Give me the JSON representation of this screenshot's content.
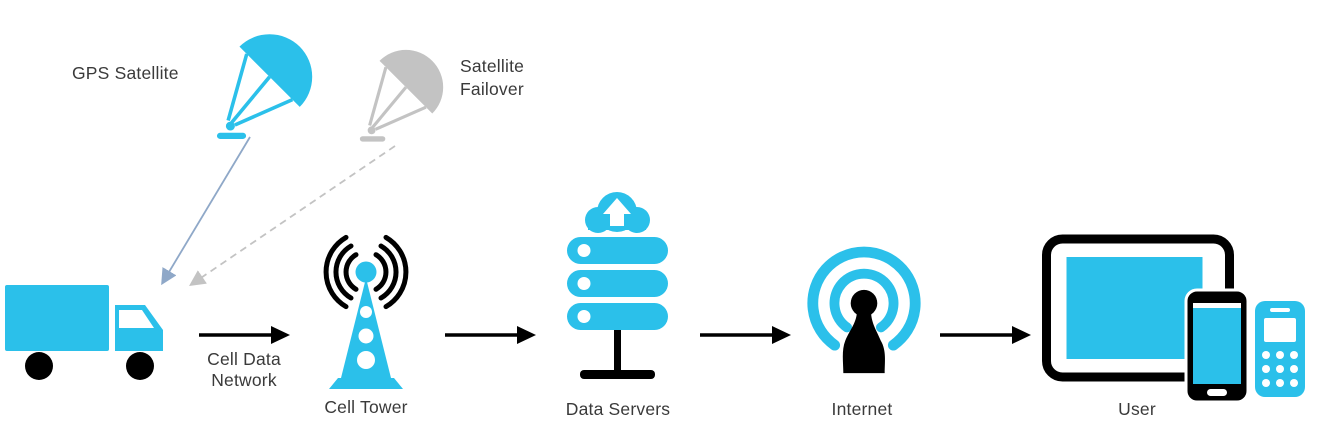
{
  "diagram": {
    "nodes": {
      "gps_satellite": {
        "label": "GPS Satellite",
        "icon": "satellite-dish-icon"
      },
      "satellite_failover": {
        "label_line1": "Satellite",
        "label_line2": "Failover",
        "icon": "satellite-dish-icon"
      },
      "truck": {
        "icon": "truck-icon"
      },
      "cell_tower": {
        "label": "Cell Tower",
        "icon": "cell-tower-icon"
      },
      "data_servers": {
        "label": "Data Servers",
        "icon": "server-stack-cloud-upload-icon"
      },
      "internet": {
        "label": "Internet",
        "icon": "broadcast-antenna-icon"
      },
      "user": {
        "label": "User",
        "icons": [
          "tablet-icon",
          "smartphone-icon",
          "cellphone-icon"
        ]
      }
    },
    "edges": {
      "gps_satellite_to_truck": {
        "style": "solid"
      },
      "satellite_failover_to_truck": {
        "style": "dashed"
      },
      "truck_to_cell_tower": {
        "label_line1": "Cell Data",
        "label_line2": "Network"
      },
      "cell_tower_to_data_servers": {},
      "data_servers_to_internet": {},
      "internet_to_user": {}
    },
    "colors": {
      "accent": "#2BC0EA",
      "gray": "#C3C3C3",
      "ink": "#000000",
      "text": "#3A3A3A",
      "arrow_solid": "#8FA8C8"
    }
  }
}
